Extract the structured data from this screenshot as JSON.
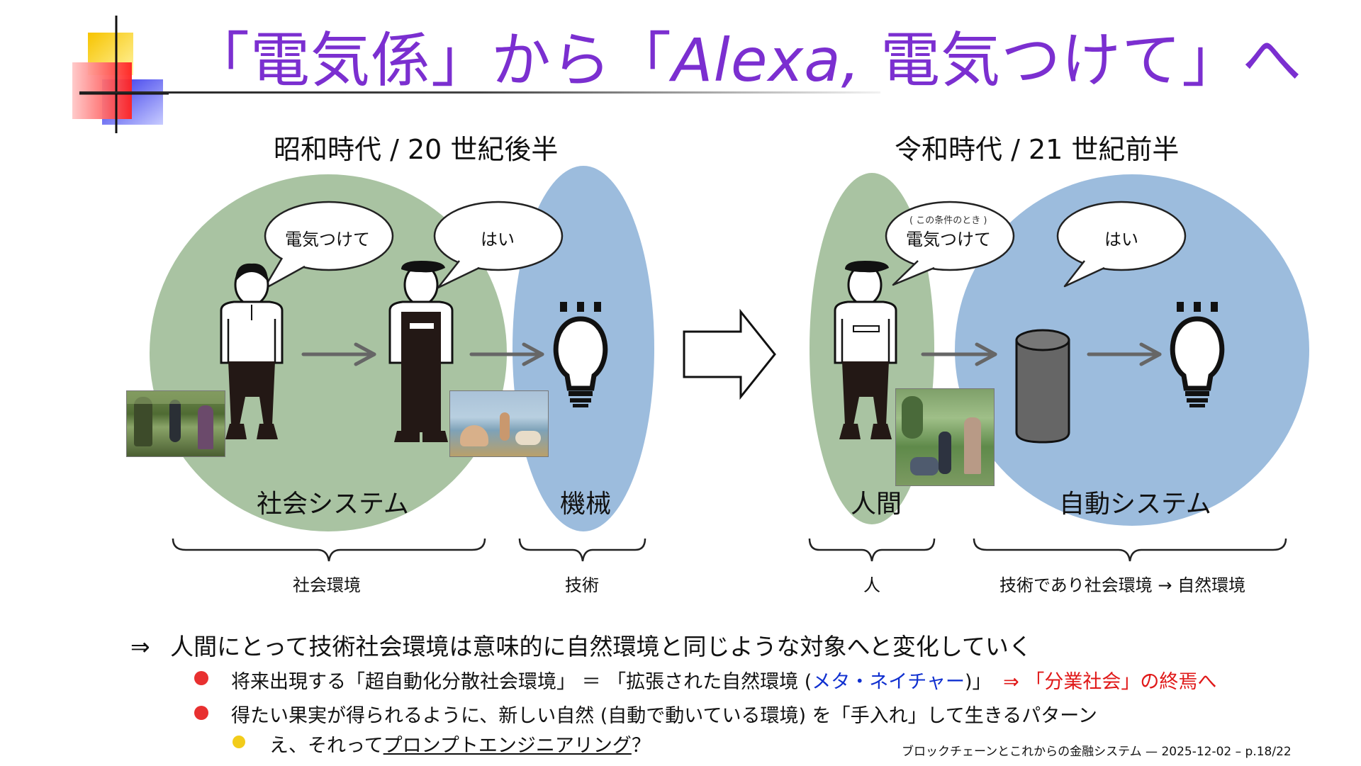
{
  "title": {
    "part1": "「電気係」から「",
    "part2": "Alexa,",
    "part3": " 電気つけて」へ"
  },
  "left": {
    "era": "昭和時代 / 20 世紀後半",
    "bubble1": "電気つけて",
    "bubble2": "はい",
    "label_social": "社会システム",
    "label_machine": "機械",
    "under1": "社会環境",
    "under2": "技術"
  },
  "right": {
    "era": "令和時代 / 21 世紀前半",
    "bubble1_small": "( この条件のとき )",
    "bubble1": "電気つけて",
    "bubble2": "はい",
    "label_human": "人間",
    "label_auto": "自動システム",
    "under1": "人",
    "under2": "技術であり社会環境 → 自然環境"
  },
  "conclusion": {
    "arrow": "⇒",
    "text": "人間にとって技術社会環境は意味的に自然環境と同じような対象へと変化していく"
  },
  "bullet1": {
    "a": "将来出現する「超自動化分散社会環境」 ＝ 「拡張された自然環境 (",
    "b": "メタ・ネイチャー",
    "c": ")」",
    "d": "⇒ 「分業社会」の終焉へ"
  },
  "bullet2": {
    "text": "得たい果実が得られるように、新しい自然 (自動で動いている環境) を「手入れ」して生きるパターン"
  },
  "sub_bullet": {
    "a": "え、それって",
    "b": "プロンプトエンジニアリング",
    "c": "？"
  },
  "footer": "ブロックチェーンとこれからの金融システム — 2025-12-02 – p.18/22",
  "colors": {
    "title": "#7b2fd0",
    "green": "#a9c3a2",
    "blue": "#9cbcdd",
    "bullet_red": "#e83030",
    "bullet_yellow": "#f2cc1a",
    "meta_blue": "#1030d0",
    "red_text": "#e01818"
  }
}
